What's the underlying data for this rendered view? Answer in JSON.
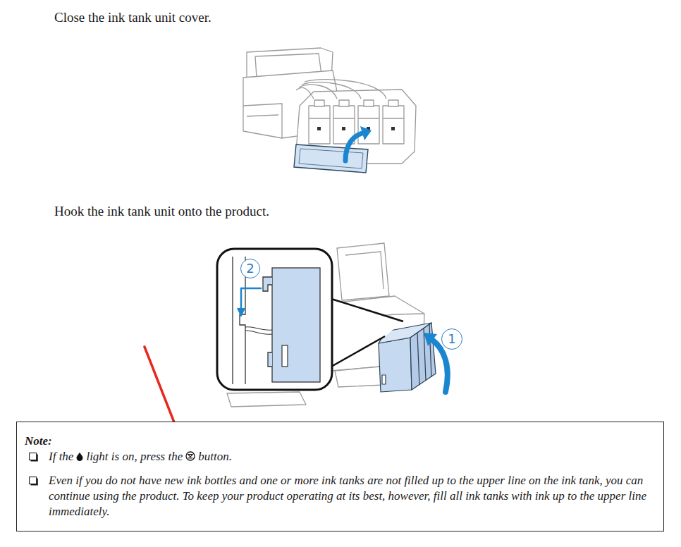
{
  "diagram": {
    "nodes": [
      {
        "text": [
          "2"
        ]
      },
      {
        "text": [
          "1"
        ]
      },
      {
        "text": [
          "Note:",
          "If the",
          "light is on, press the",
          "button.",
          "Even if you do not have new ink bottles and one or more ink tanks are not filled up to the upper line on the ink tank, you can continue using the product. To keep your product operating at its best, however, fill all ink tanks with ink up to the upper line immediately."
        ]
      }
    ],
    "labels": [
      "Close the ink tank unit cover.",
      "Hook the ink tank unit onto the product."
    ]
  }
}
